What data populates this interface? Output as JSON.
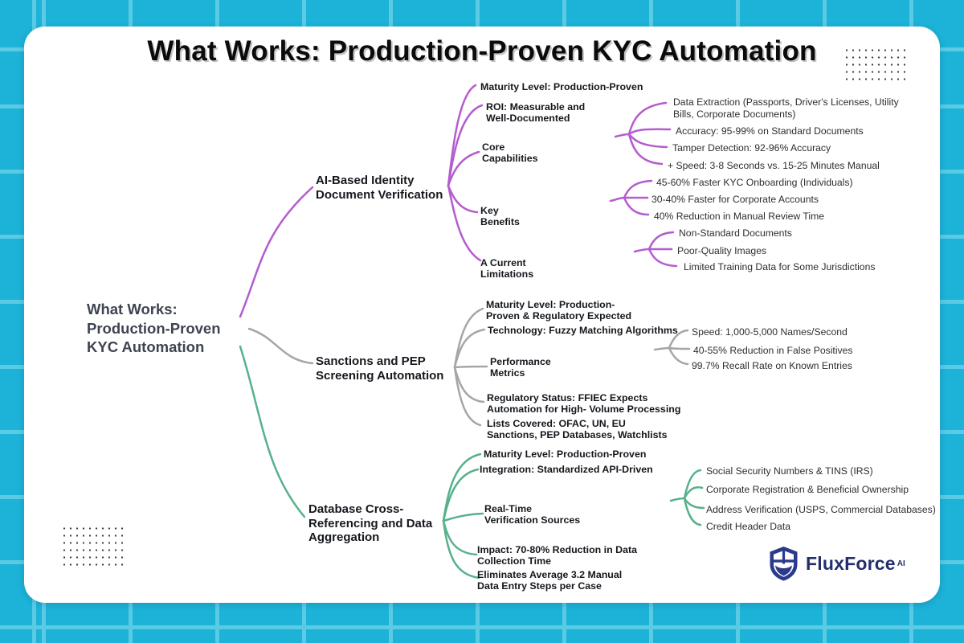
{
  "title": "What Works: Production-Proven KYC Automation",
  "colors": {
    "background": "#1db2d7",
    "grid_line": "#5acae5",
    "card": "#ffffff",
    "branch_purple": "#b55ccf",
    "branch_gray": "#a6a6a6",
    "branch_green": "#57b18b",
    "logo_navy": "#2b3a8c"
  },
  "mindmap": {
    "root": {
      "label": "What Works:\nProduction-Proven\nKYC Automation"
    },
    "branches": [
      {
        "label": "AI-Based Identity\nDocument Verification",
        "children": [
          {
            "label": "Maturity Level: Production-Proven"
          },
          {
            "label": "ROI: Measurable and\nWell-Documented"
          },
          {
            "label": "Core\nCapabilities",
            "children": [
              {
                "label": "Data Extraction (Passports, Driver's Licenses, Utility\nBills, Corporate Documents)"
              },
              {
                "label": "Accuracy: 95-99% on Standard Documents"
              },
              {
                "label": "Tamper Detection: 92-96% Accuracy"
              },
              {
                "label": "+ Speed: 3-8 Seconds vs. 15-25 Minutes Manual"
              }
            ]
          },
          {
            "label": "Key\nBenefits",
            "children": [
              {
                "label": "45-60% Faster KYC Onboarding (Individuals)"
              },
              {
                "label": "30-40% Faster for Corporate Accounts"
              },
              {
                "label": "40% Reduction in Manual Review Time"
              }
            ]
          },
          {
            "label": "A Current\nLimitations",
            "children": [
              {
                "label": "Non-Standard Documents"
              },
              {
                "label": "Poor-Quality Images"
              },
              {
                "label": "Limited Training Data for Some Jurisdictions"
              }
            ]
          }
        ]
      },
      {
        "label": "Sanctions and PEP\nScreening Automation",
        "children": [
          {
            "label": "Maturity Level: Production-\nProven & Regulatory Expected"
          },
          {
            "label": "Technology: Fuzzy Matching Algorithms"
          },
          {
            "label": "Performance\nMetrics",
            "children": [
              {
                "label": "Speed: 1,000-5,000 Names/Second"
              },
              {
                "label": "40-55% Reduction in False Positives"
              },
              {
                "label": "99.7% Recall Rate on Known Entries"
              }
            ]
          },
          {
            "label": "Regulatory Status: FFIEC Expects\nAutomation for High- Volume Processing"
          },
          {
            "label": "Lists Covered: OFAC, UN, EU\nSanctions, PEP Databases, Watchlists"
          }
        ]
      },
      {
        "label": "Database Cross-\nReferencing and Data\nAggregation",
        "children": [
          {
            "label": "Maturity Level: Production-Proven"
          },
          {
            "label": "Integration: Standardized API-Driven"
          },
          {
            "label": "Real-Time\nVerification Sources",
            "children": [
              {
                "label": "Social Security Numbers & TINS (IRS)"
              },
              {
                "label": "Corporate Registration & Beneficial Ownership"
              },
              {
                "label": "Address Verification (USPS, Commercial Databases)"
              },
              {
                "label": "Credit Header Data"
              }
            ]
          },
          {
            "label": "Impact: 70-80% Reduction in Data\nCollection Time"
          },
          {
            "label": "Eliminates Average 3.2 Manual\nData Entry Steps per Case"
          }
        ]
      }
    ]
  },
  "logo": {
    "brand": "FluxForce",
    "superscript": "AI"
  }
}
